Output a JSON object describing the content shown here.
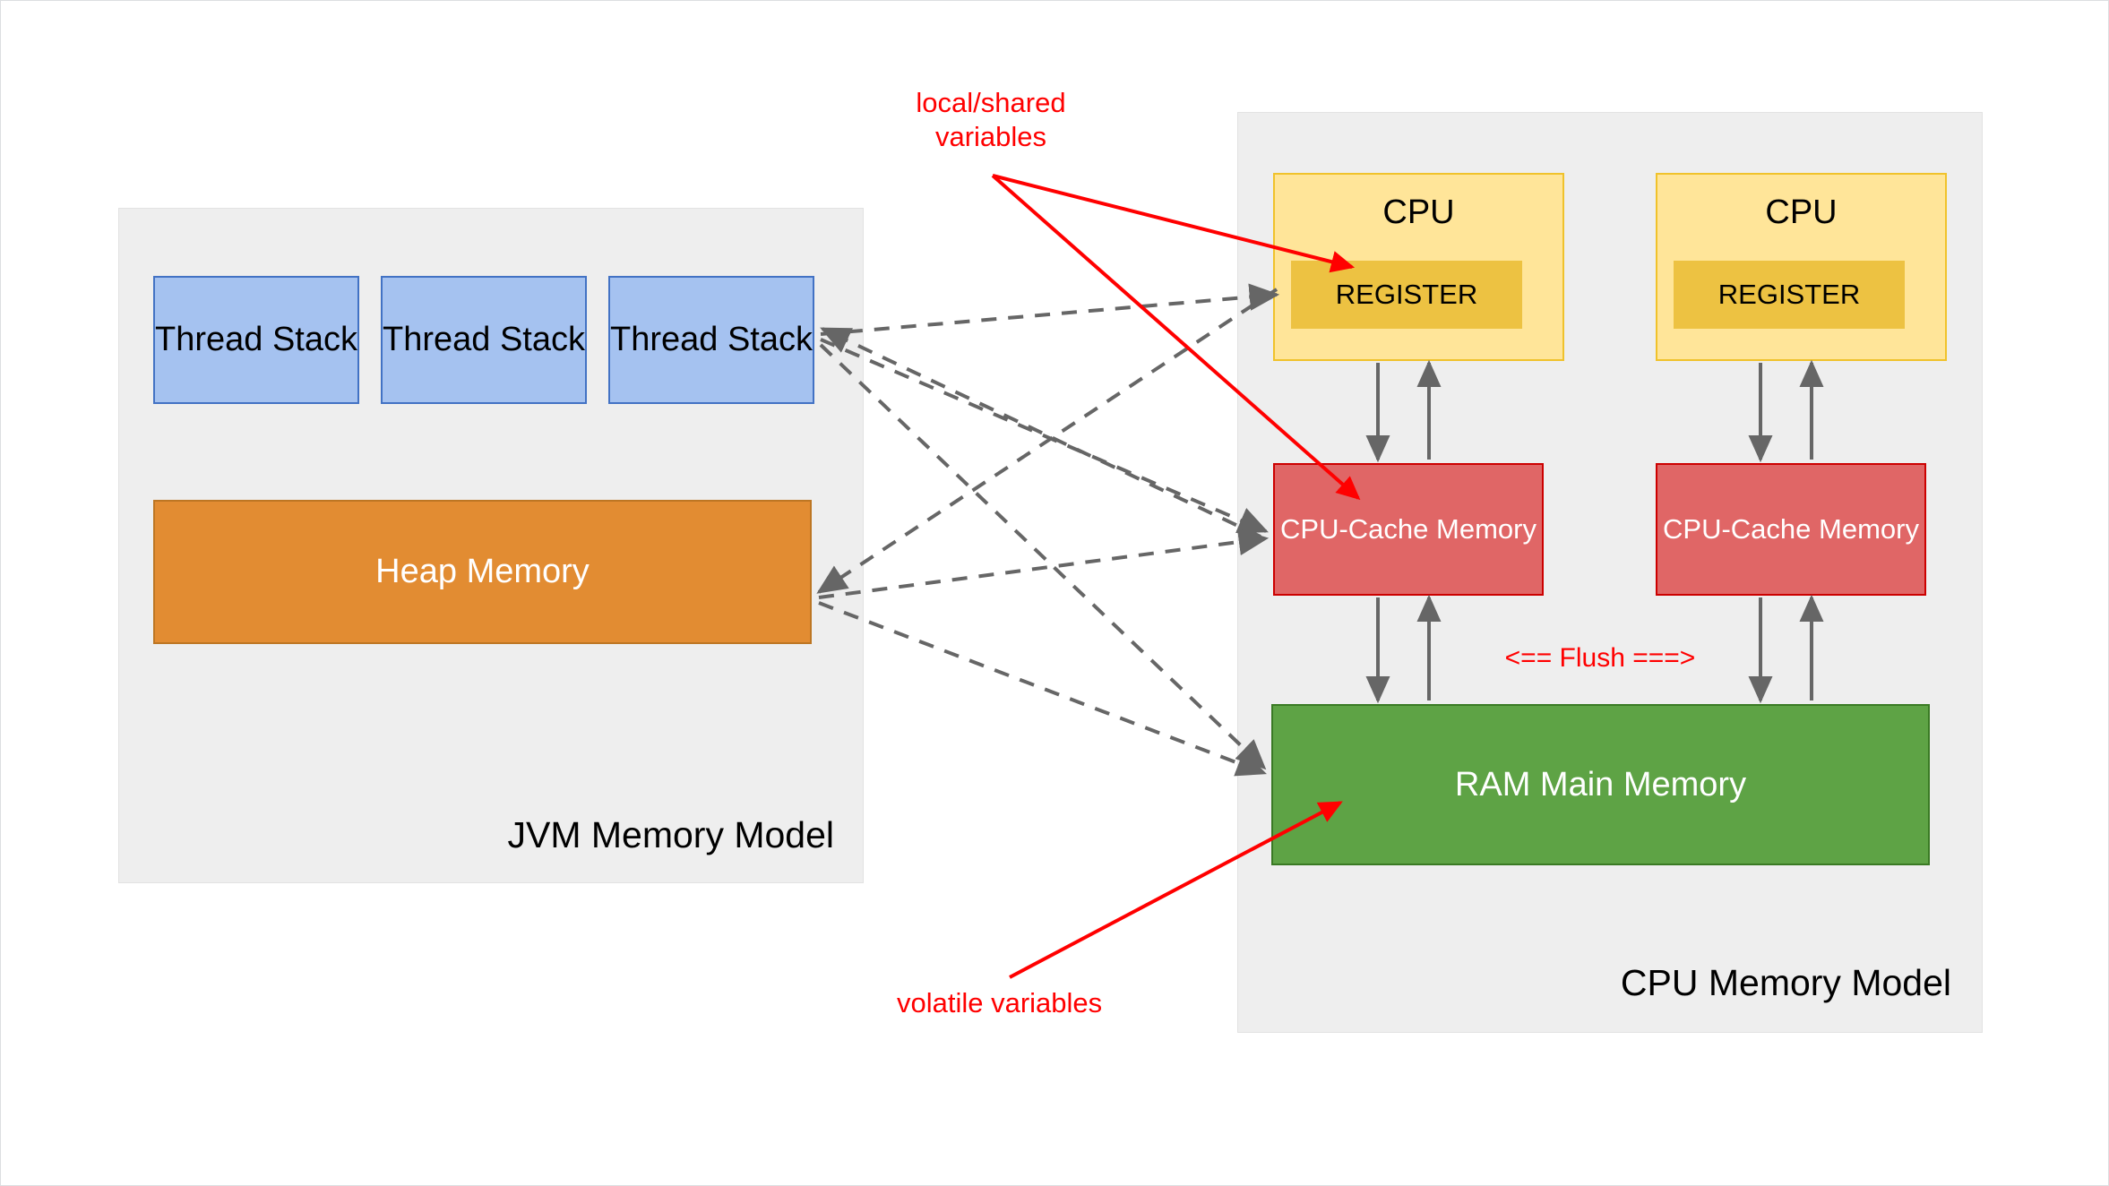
{
  "diagram": {
    "title": "JVM Memory Model and CPU Memory Model",
    "colors": {
      "panel_bg": "#eeeeee",
      "thread_stack_fill": "#a5c2f0",
      "thread_stack_stroke": "#4272c4",
      "heap_fill": "#e28c32",
      "heap_stroke": "#bd7623",
      "cpu_fill": "#ffe599",
      "cpu_stroke": "#f0c22b",
      "register_fill": "#edc242",
      "cache_fill": "#e06666",
      "cache_stroke": "#cc0000",
      "ram_fill": "#5ea345",
      "ram_stroke": "#3a7a24",
      "annotation_red": "#ff0000",
      "connector_gray": "#666666"
    }
  },
  "jvm_panel": {
    "title": "JVM Memory Model",
    "thread_stacks": [
      {
        "label": "Thread\nStack"
      },
      {
        "label": "Thread\nStack"
      },
      {
        "label": "Thread\nStack"
      }
    ],
    "heap": {
      "label": "Heap Memory"
    }
  },
  "cpu_panel": {
    "title": "CPU Memory Model",
    "cpus": [
      {
        "label": "CPU",
        "register": {
          "label": "REGISTER"
        },
        "cache": {
          "label": "CPU-Cache\nMemory"
        }
      },
      {
        "label": "CPU",
        "register": {
          "label": "REGISTER"
        },
        "cache": {
          "label": "CPU-Cache\nMemory"
        }
      }
    ],
    "ram": {
      "label": "RAM Main Memory"
    }
  },
  "annotations": {
    "local_shared": "local/shared\nvariables",
    "volatile": "volatile variables",
    "flush": "<== Flush ===>"
  }
}
